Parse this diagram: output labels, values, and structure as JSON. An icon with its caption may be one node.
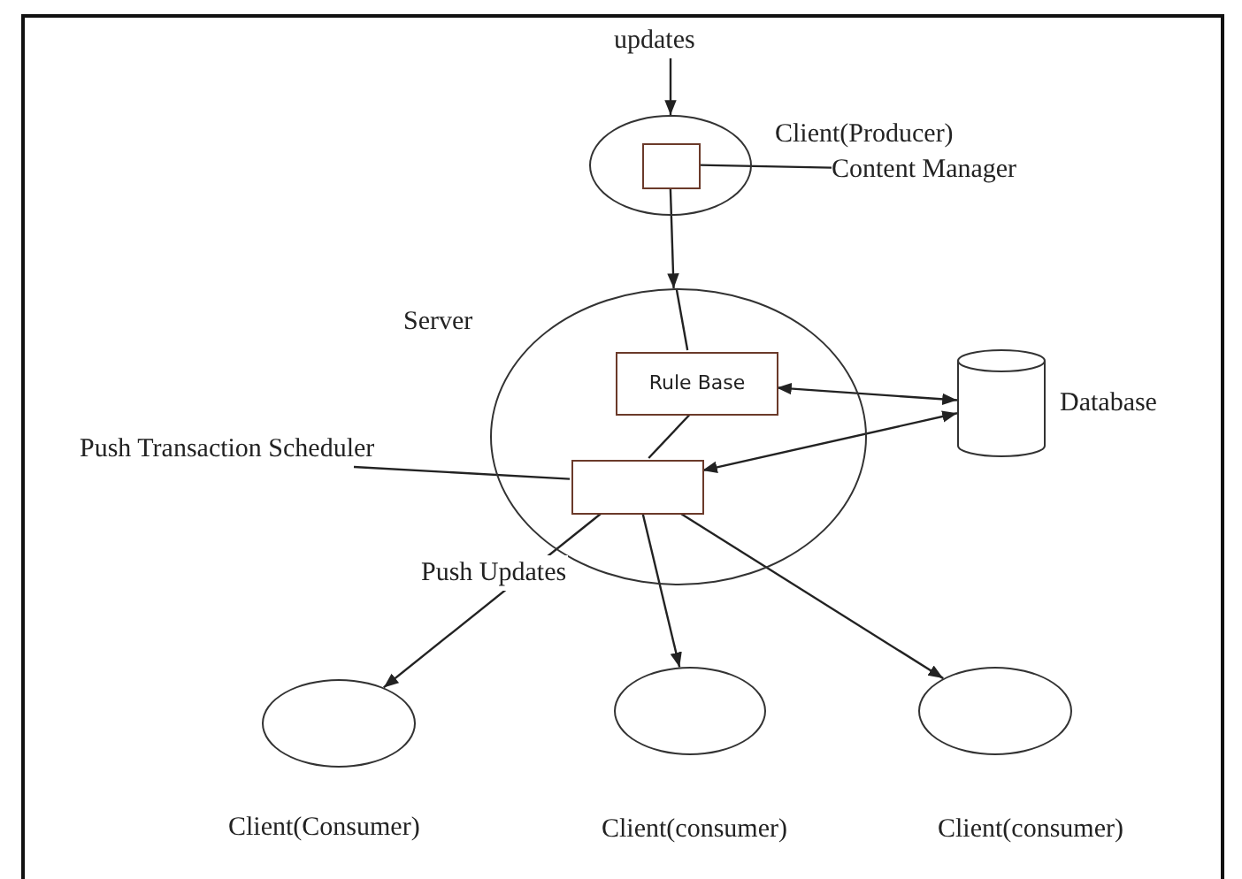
{
  "diagram": {
    "nodes": [
      {
        "text": [
          "Client(Producer)"
        ]
      },
      {
        "text": [],
        "shape": "box",
        "in": 0
      },
      {
        "text": [
          "Content Manager"
        ]
      },
      {
        "text": [
          "Server"
        ]
      },
      {
        "text": [
          "Rule Base"
        ],
        "in": 3
      },
      {
        "text": [],
        "shape": "box",
        "in": 3
      },
      {
        "text": [
          "Database"
        ]
      },
      {
        "text": [
          "Push Transaction Scheduler"
        ]
      },
      {
        "text": [
          "Client(Consumer)"
        ]
      },
      {
        "text": [
          "Client(consumer)"
        ]
      },
      {
        "text": [
          "Client(consumer)"
        ]
      }
    ],
    "edges": [
      {
        "from": null,
        "to": 0,
        "arrow": "to",
        "label": "updates"
      },
      {
        "from": 2,
        "to": 1,
        "arrow": "none"
      },
      {
        "from": 1,
        "to": 3,
        "arrow": "to"
      },
      {
        "from": 3,
        "to": 4,
        "arrow": "none"
      },
      {
        "from": 4,
        "to": 6,
        "arrow": "both"
      },
      {
        "from": 4,
        "to": 5,
        "arrow": "none"
      },
      {
        "from": 6,
        "to": 5,
        "arrow": "both"
      },
      {
        "from": 7,
        "to": 5,
        "arrow": "none"
      },
      {
        "from": 5,
        "to": 8,
        "arrow": "to",
        "label": "Push Updates"
      },
      {
        "from": 5,
        "to": 9,
        "arrow": "to"
      },
      {
        "from": 5,
        "to": 10,
        "arrow": "to"
      }
    ]
  }
}
